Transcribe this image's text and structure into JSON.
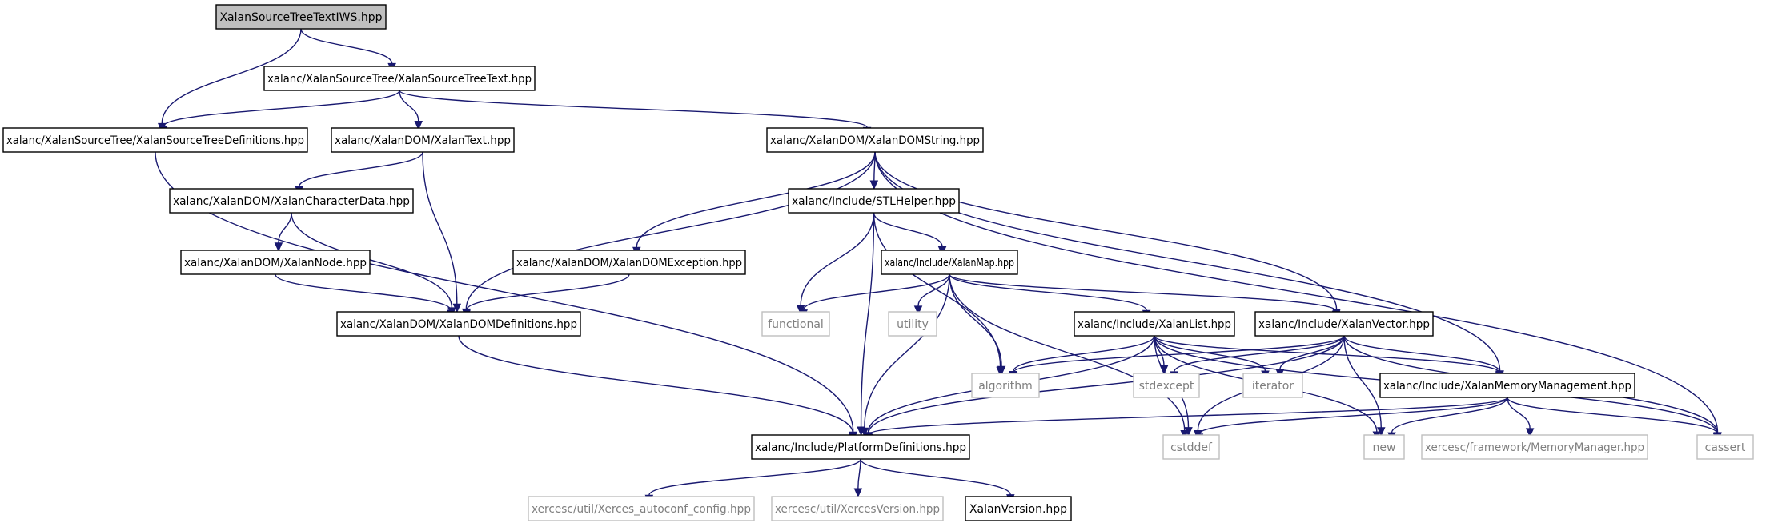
{
  "diagram": {
    "colors": {
      "edge": "#191970",
      "root_fill": "#bfbfbf",
      "local_border": "#000000",
      "system_border": "#bfbfbf",
      "system_text": "#7f7f7f",
      "text": "#000000"
    },
    "nodes": [
      {
        "id": "root",
        "label": "XalanSourceTreeTextIWS.hpp",
        "kind": "root"
      },
      {
        "id": "sttext",
        "label": "xalanc/XalanSourceTree/XalanSourceTreeText.hpp",
        "kind": "local"
      },
      {
        "id": "stdefs",
        "label": "xalanc/XalanSourceTree/XalanSourceTreeDefinitions.hpp",
        "kind": "local"
      },
      {
        "id": "xtext",
        "label": "xalanc/XalanDOM/XalanText.hpp",
        "kind": "local"
      },
      {
        "id": "domstring",
        "label": "xalanc/XalanDOM/XalanDOMString.hpp",
        "kind": "local"
      },
      {
        "id": "chardata",
        "label": "xalanc/XalanDOM/XalanCharacterData.hpp",
        "kind": "local"
      },
      {
        "id": "stlhelper",
        "label": "xalanc/Include/STLHelper.hpp",
        "kind": "local"
      },
      {
        "id": "xnode",
        "label": "xalanc/XalanDOM/XalanNode.hpp",
        "kind": "local"
      },
      {
        "id": "domexc",
        "label": "xalanc/XalanDOM/XalanDOMException.hpp",
        "kind": "local"
      },
      {
        "id": "xmap",
        "label": "xalanc/Include/XalanMap.hpp",
        "kind": "local"
      },
      {
        "id": "domdefs",
        "label": "xalanc/XalanDOM/XalanDOMDefinitions.hpp",
        "kind": "local"
      },
      {
        "id": "functional",
        "label": "functional",
        "kind": "system"
      },
      {
        "id": "utility",
        "label": "utility",
        "kind": "system"
      },
      {
        "id": "xlist",
        "label": "xalanc/Include/XalanList.hpp",
        "kind": "local"
      },
      {
        "id": "xvector",
        "label": "xalanc/Include/XalanVector.hpp",
        "kind": "local"
      },
      {
        "id": "algorithm",
        "label": "algorithm",
        "kind": "system"
      },
      {
        "id": "stdexcept",
        "label": "stdexcept",
        "kind": "system"
      },
      {
        "id": "iterator",
        "label": "iterator",
        "kind": "system"
      },
      {
        "id": "memmgmt",
        "label": "xalanc/Include/XalanMemoryManagement.hpp",
        "kind": "local"
      },
      {
        "id": "platdefs",
        "label": "xalanc/Include/PlatformDefinitions.hpp",
        "kind": "local"
      },
      {
        "id": "cstddef",
        "label": "cstddef",
        "kind": "system"
      },
      {
        "id": "new",
        "label": "new",
        "kind": "system"
      },
      {
        "id": "memmgr",
        "label": "xercesc/framework/MemoryManager.hpp",
        "kind": "system"
      },
      {
        "id": "cassert",
        "label": "cassert",
        "kind": "system"
      },
      {
        "id": "autoconf",
        "label": "xercesc/util/Xerces_autoconf_config.hpp",
        "kind": "system"
      },
      {
        "id": "xercesver",
        "label": "xercesc/util/XercesVersion.hpp",
        "kind": "system"
      },
      {
        "id": "xalanver",
        "label": "XalanVersion.hpp",
        "kind": "local"
      }
    ],
    "edges": [
      [
        "root",
        "stdefs"
      ],
      [
        "root",
        "sttext"
      ],
      [
        "sttext",
        "stdefs"
      ],
      [
        "sttext",
        "xtext"
      ],
      [
        "sttext",
        "domstring"
      ],
      [
        "stdefs",
        "platdefs"
      ],
      [
        "xtext",
        "chardata"
      ],
      [
        "xtext",
        "domdefs"
      ],
      [
        "chardata",
        "xnode"
      ],
      [
        "chardata",
        "domdefs"
      ],
      [
        "xnode",
        "domdefs"
      ],
      [
        "domdefs",
        "platdefs"
      ],
      [
        "domstring",
        "domdefs"
      ],
      [
        "domstring",
        "domexc"
      ],
      [
        "domstring",
        "stlhelper"
      ],
      [
        "domstring",
        "xvector"
      ],
      [
        "domstring",
        "memmgmt"
      ],
      [
        "domstring",
        "cassert"
      ],
      [
        "domexc",
        "domdefs"
      ],
      [
        "stlhelper",
        "platdefs"
      ],
      [
        "stlhelper",
        "functional"
      ],
      [
        "stlhelper",
        "xmap"
      ],
      [
        "stlhelper",
        "algorithm"
      ],
      [
        "xmap",
        "platdefs"
      ],
      [
        "xmap",
        "functional"
      ],
      [
        "xmap",
        "utility"
      ],
      [
        "xmap",
        "algorithm"
      ],
      [
        "xmap",
        "cstddef"
      ],
      [
        "xmap",
        "xlist"
      ],
      [
        "xmap",
        "xvector"
      ],
      [
        "xlist",
        "platdefs"
      ],
      [
        "xlist",
        "algorithm"
      ],
      [
        "xlist",
        "stdexcept"
      ],
      [
        "xlist",
        "iterator"
      ],
      [
        "xlist",
        "cstddef"
      ],
      [
        "xlist",
        "new"
      ],
      [
        "xlist",
        "memmgmt"
      ],
      [
        "xlist",
        "cassert"
      ],
      [
        "xvector",
        "platdefs"
      ],
      [
        "xvector",
        "algorithm"
      ],
      [
        "xvector",
        "stdexcept"
      ],
      [
        "xvector",
        "iterator"
      ],
      [
        "xvector",
        "cstddef"
      ],
      [
        "xvector",
        "new"
      ],
      [
        "xvector",
        "memmgmt"
      ],
      [
        "xvector",
        "cassert"
      ],
      [
        "memmgmt",
        "platdefs"
      ],
      [
        "memmgmt",
        "cstddef"
      ],
      [
        "memmgmt",
        "new"
      ],
      [
        "memmgmt",
        "memmgr"
      ],
      [
        "memmgmt",
        "cassert"
      ],
      [
        "platdefs",
        "autoconf"
      ],
      [
        "platdefs",
        "xercesver"
      ],
      [
        "platdefs",
        "xalanver"
      ]
    ]
  }
}
